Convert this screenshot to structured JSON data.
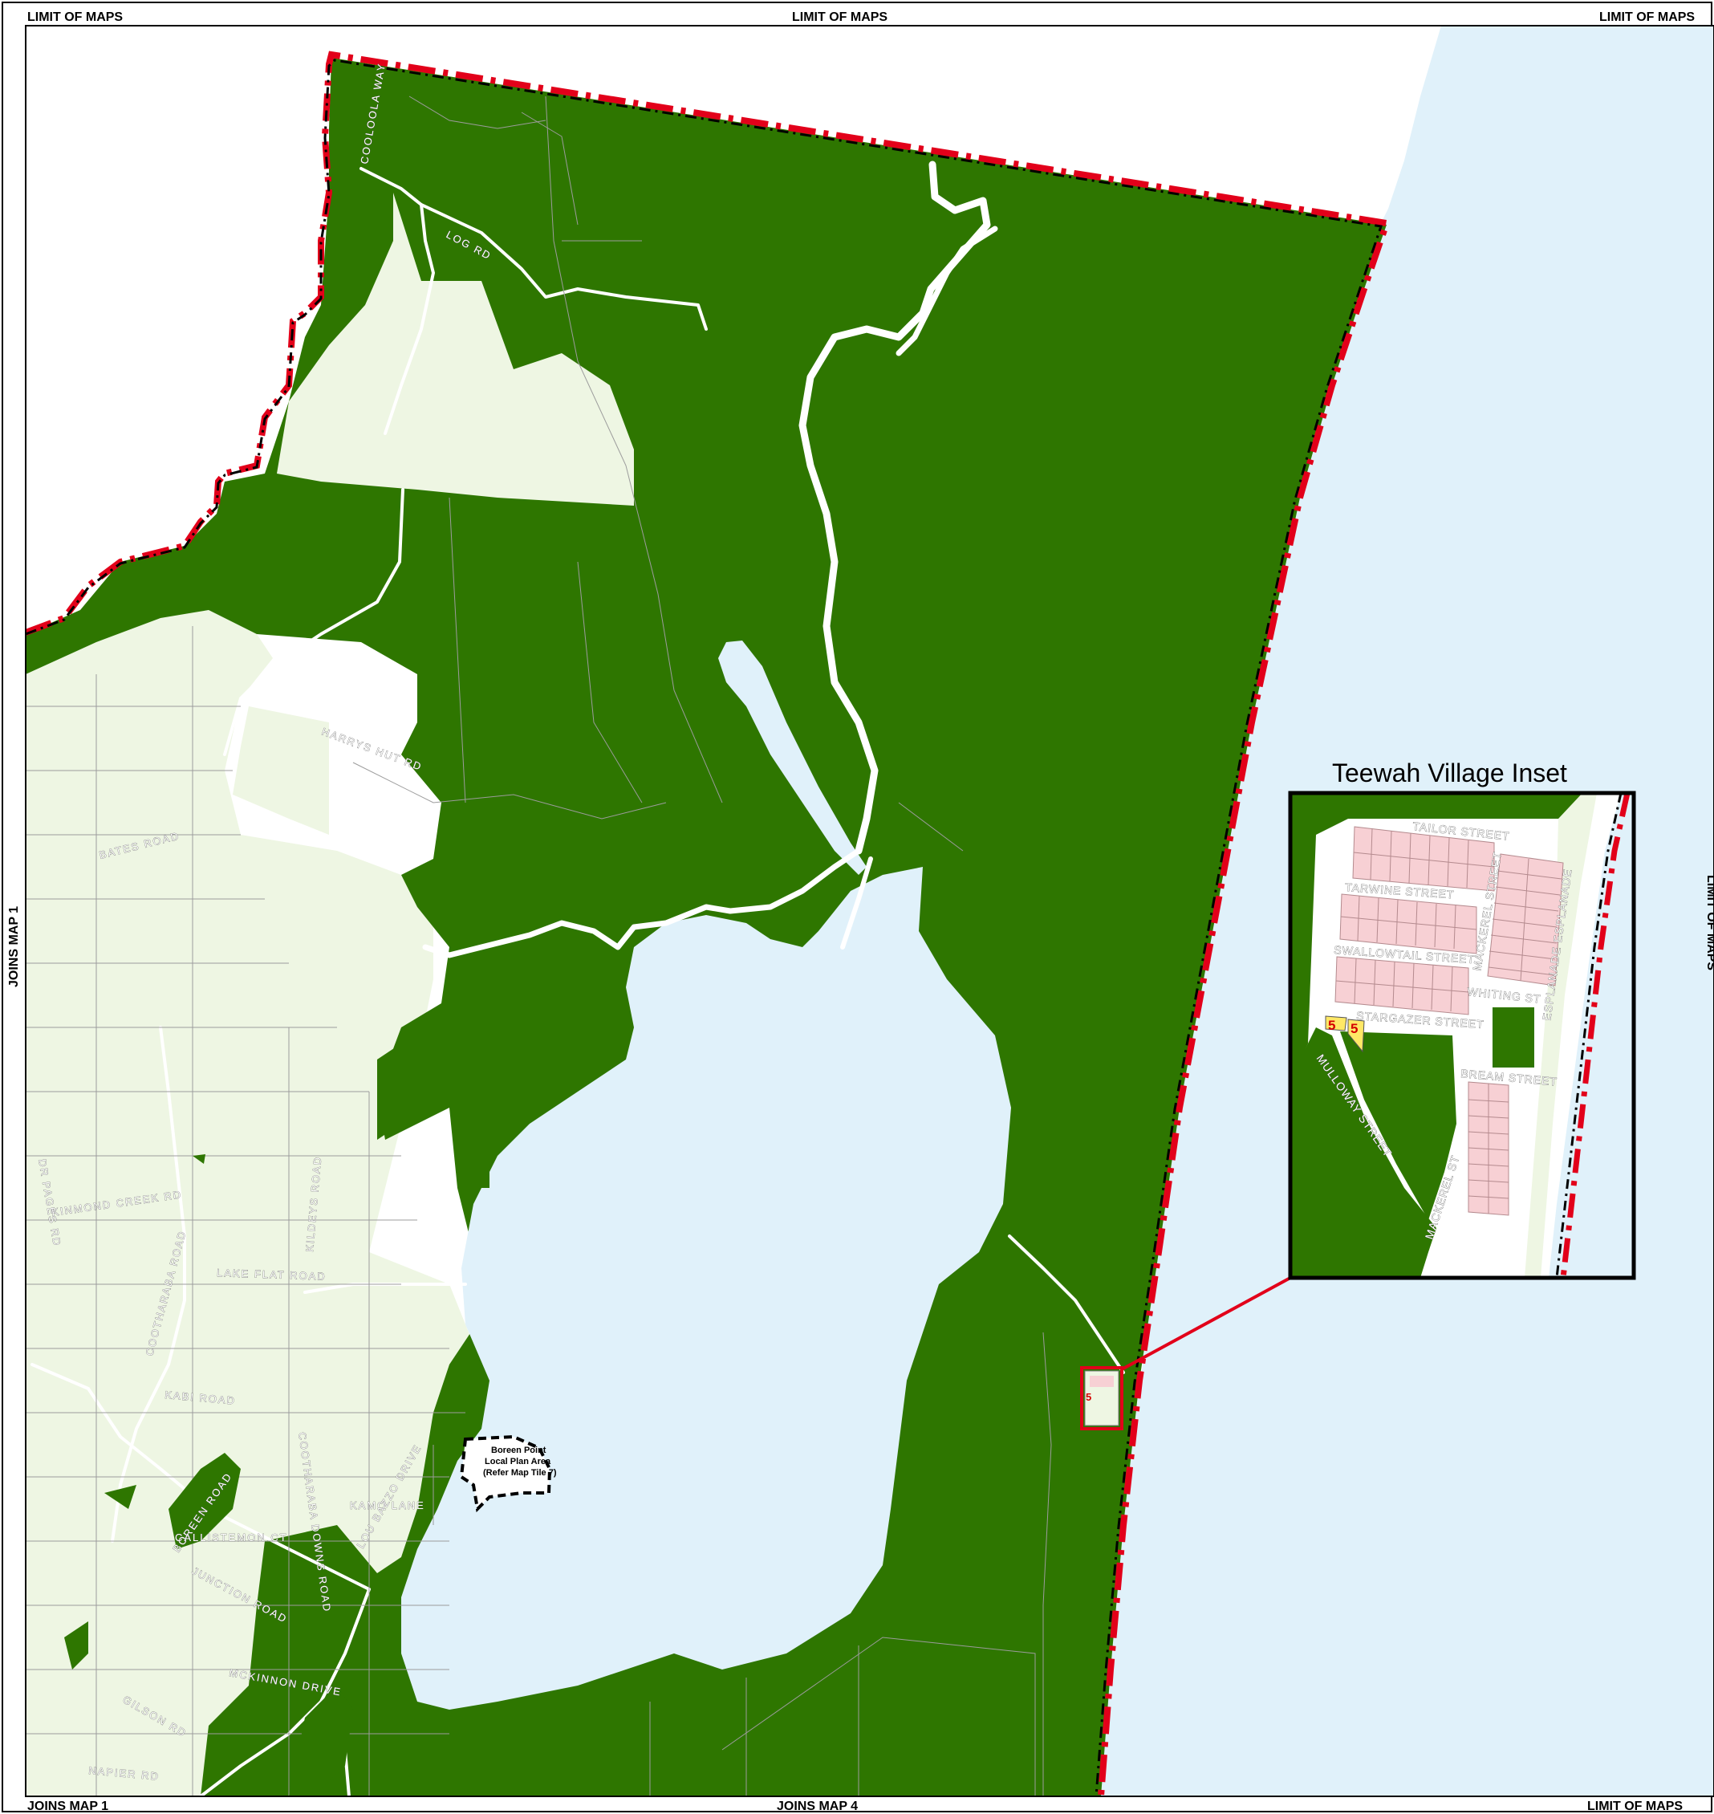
{
  "edge_labels": {
    "top_left": "LIMIT OF MAPS",
    "top_center": "LIMIT OF MAPS",
    "top_right": "LIMIT OF MAPS",
    "left": "JOINS MAP 1",
    "right": "LIMIT OF MAPS",
    "bottom_left": "JOINS MAP 1",
    "bottom_center": "JOINS MAP 4",
    "bottom_right": "LIMIT OF MAPS"
  },
  "inset": {
    "title": "Teewah Village Inset",
    "streets": {
      "tailor": "TAILOR STREET",
      "tarwine": "TARWINE STREET",
      "swallowtail": "SWALLOWTAIL STREET",
      "stargazer": "STARGAZER STREET",
      "mackerel": "MACKEREL STREET",
      "whiting": "WHITING ST",
      "esplanade": "ESPLANADE ESPLANADE",
      "bream": "BREAM STREET",
      "mulloway": "MULLOWAY STREET",
      "mackerel_st": "MACKEREL ST"
    },
    "markers": [
      "5",
      "5"
    ]
  },
  "main_marker": "5",
  "local_plan_area": {
    "line1": "Boreen Point",
    "line2": "Local Plan Area",
    "line3": "(Refer Map Tile 7)"
  },
  "road_labels": {
    "cooloola_way": "COOLOOLA WAY",
    "log_rd": "LOG RD",
    "harrys_hut_rd": "HARRYS HUT RD",
    "bates_road": "BATES ROAD",
    "kinmond_creek_rd": "KINMOND CREEK RD",
    "dr_pages_rd": "DR PAGES RD",
    "cootharaba_road": "COOTHARABA ROAD",
    "kildeys_road": "KILDEYS ROAD",
    "lake_flat_road": "LAKE FLAT ROAD",
    "kabi_road": "KABI ROAD",
    "boreen_road": "BOREEN ROAD",
    "cootharaba_downs_road": "COOTHARABA DOWNS ROAD",
    "kamo_lane": "KAMO LANE",
    "lou_bazzo_drive": "LOU BAZZO DRIVE",
    "callistemon_ct": "CALLISTEMON CT",
    "junction_road": "JUNCTION ROAD",
    "mckinnon_drive": "MCKINNON DRIVE",
    "gilson_rd": "GILSON RD",
    "napier_rd": "NAPIER RD"
  },
  "colors": {
    "forest_green": "#2e7600",
    "rural_pale": "#eef6e3",
    "water": "#e0f1fa",
    "boundary_red": "#e2001a",
    "lot_pink": "#f7d0d4",
    "marker_yellow": "#ffe866"
  }
}
